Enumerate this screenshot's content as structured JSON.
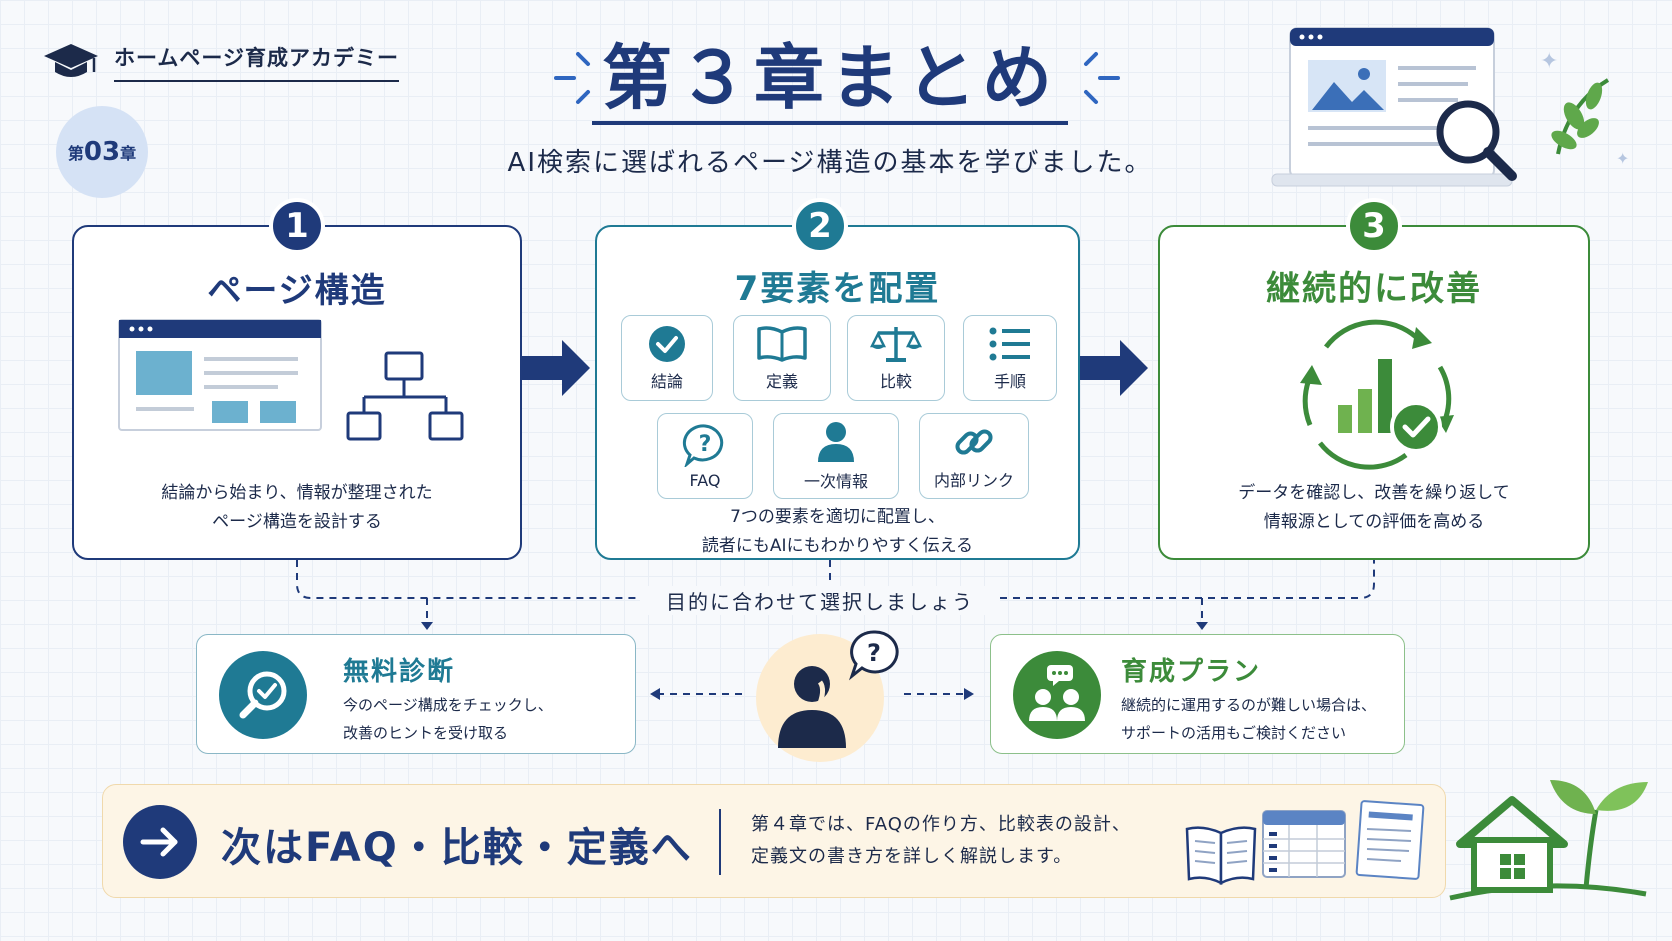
{
  "header": {
    "brand": "ホームページ育成アカデミー",
    "chapter_prefix": "第",
    "chapter_number": "03",
    "chapter_suffix": "章",
    "title": "第３章まとめ",
    "subtitle": "AI検索に選ばれるページ構造の基本を学びました。"
  },
  "steps": [
    {
      "number": "1",
      "title": "ページ構造",
      "desc_line1": "結論から始まり、情報が整理された",
      "desc_line2": "ページ構造を設計する",
      "color": "#1f3a7a"
    },
    {
      "number": "2",
      "title": "7要素を配置",
      "desc_line1": "7つの要素を適切に配置し、",
      "desc_line2": "読者にもAIにもわかりやすく伝える",
      "color": "#1f7a94",
      "elements": [
        {
          "label": "結論",
          "icon": "check-circle-icon"
        },
        {
          "label": "定義",
          "icon": "book-icon"
        },
        {
          "label": "比較",
          "icon": "scale-icon"
        },
        {
          "label": "手順",
          "icon": "list-icon"
        },
        {
          "label": "FAQ",
          "icon": "question-icon"
        },
        {
          "label": "一次情報",
          "icon": "person-icon"
        },
        {
          "label": "内部リンク",
          "icon": "link-icon"
        }
      ]
    },
    {
      "number": "3",
      "title": "継続的に改善",
      "desc_line1": "データを確認し、改善を繰り返して",
      "desc_line2": "情報源としての評価を高める",
      "color": "#3c8b3a"
    }
  ],
  "choose_text": "目的に合わせて選択しましょう",
  "options": {
    "diagnosis": {
      "title": "無料診断",
      "desc_line1": "今のページ構成をチェックし、",
      "desc_line2": "改善のヒントを受け取る",
      "color": "#1f7a94"
    },
    "plan": {
      "title": "育成プラン",
      "desc_line1": "継続的に運用するのが難しい場合は、",
      "desc_line2": "サポートの活用もご検討ください",
      "color": "#3c8b3a"
    }
  },
  "next": {
    "title": "次はFAQ・比較・定義へ",
    "desc_line1": "第４章では、FAQの作り方、比較表の設計、",
    "desc_line2": "定義文の書き方を詳しく解説します。"
  }
}
